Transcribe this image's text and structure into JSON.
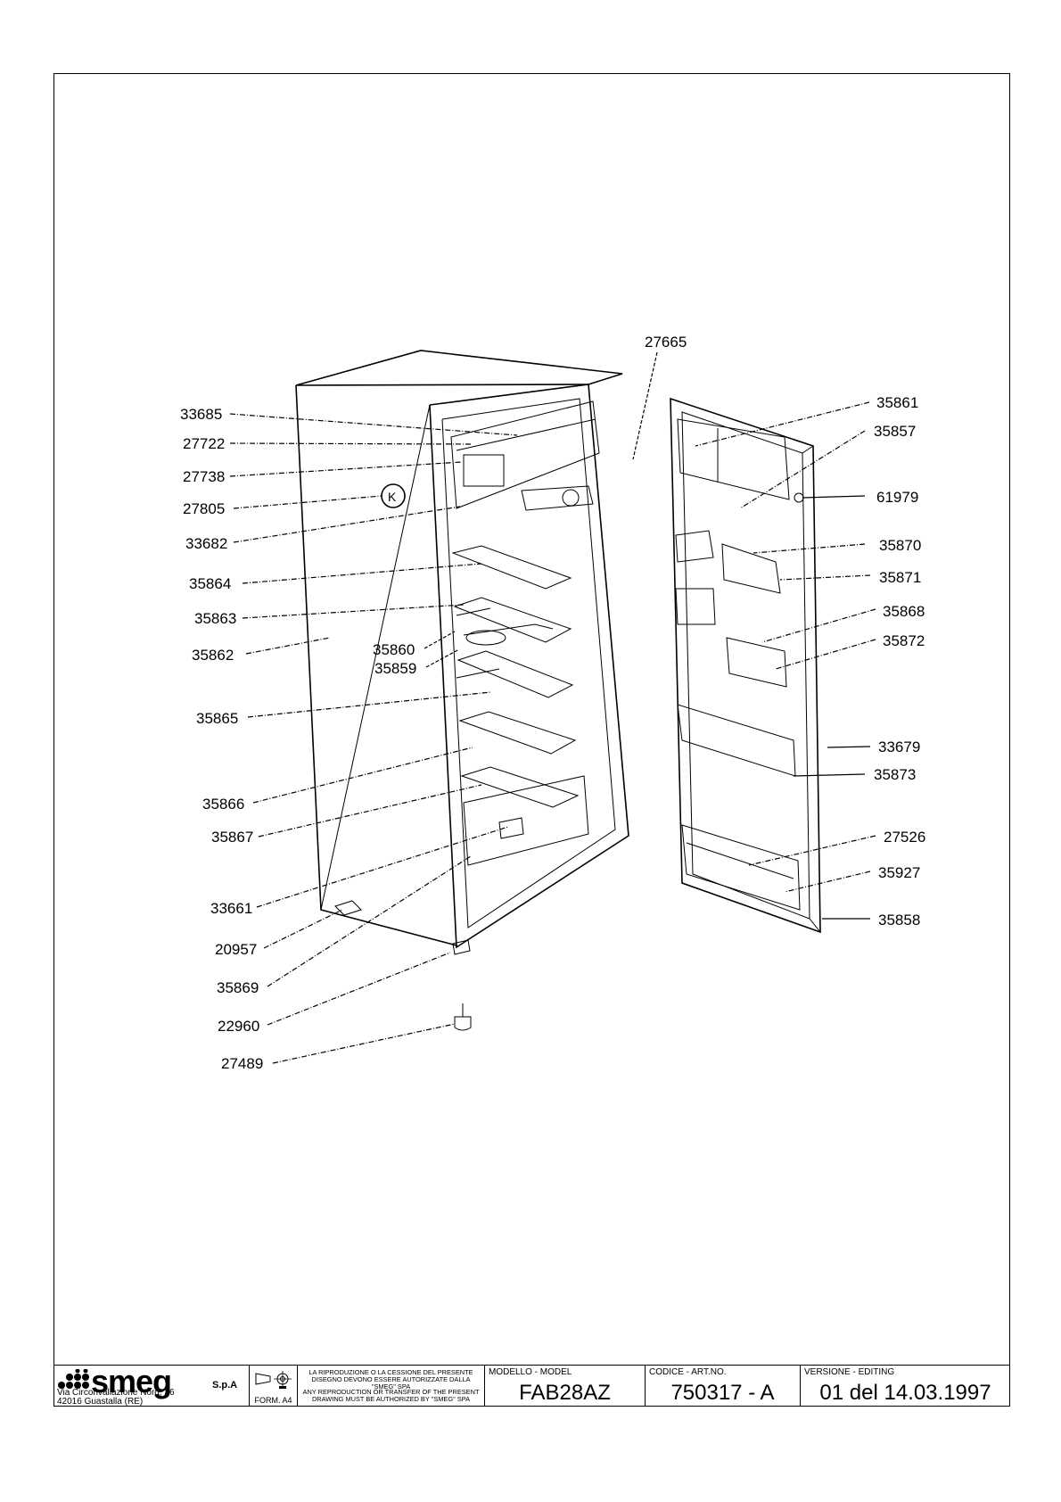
{
  "labels": {
    "l27665": "27665",
    "l33685": "33685",
    "l27722": "27722",
    "l27738": "27738",
    "l27805": "27805",
    "l33682": "33682",
    "l35864": "35864",
    "l35863": "35863",
    "l35862": "35862",
    "l35860": "35860",
    "l35859": "35859",
    "l35865": "35865",
    "l35866": "35866",
    "l35867": "35867",
    "l33661": "33661",
    "l20957": "20957",
    "l35869": "35869",
    "l22960": "22960",
    "l27489": "27489",
    "l35861": "35861",
    "l35857": "35857",
    "l61979": "61979",
    "l35870": "35870",
    "l35871": "35871",
    "l35868": "35868",
    "l35872": "35872",
    "l33679": "33679",
    "l35873": "35873",
    "l27526": "27526",
    "l35927": "35927",
    "l35858": "35858"
  },
  "title_block": {
    "logo": "smeg",
    "logo_suffix": "S.p.A",
    "address_line1": "Via Circonvallazione Nord, 36",
    "address_line2": "42016  Guastalla (RE)",
    "form": "FORM. A4",
    "notice_it": "LA RIPRODUZIONE O LA CESSIONE DEL PRESENTE DISEGNO DEVONO ESSERE AUTORIZZATE DALLA \"SMEG\" SPA",
    "notice_en": "ANY REPRODUCTION OR TRANSFER OF THE PRESENT DRAWING MUST BE AUTHORIZED BY \"SMEG\" SPA",
    "model_caption": "MODELLO - MODEL",
    "model_value": "FAB28AZ",
    "code_caption": "CODICE - ART.NO.",
    "code_value": "750317 - A",
    "edit_caption": "VERSIONE - EDITING",
    "edit_value": "01 del 14.03.1997"
  }
}
